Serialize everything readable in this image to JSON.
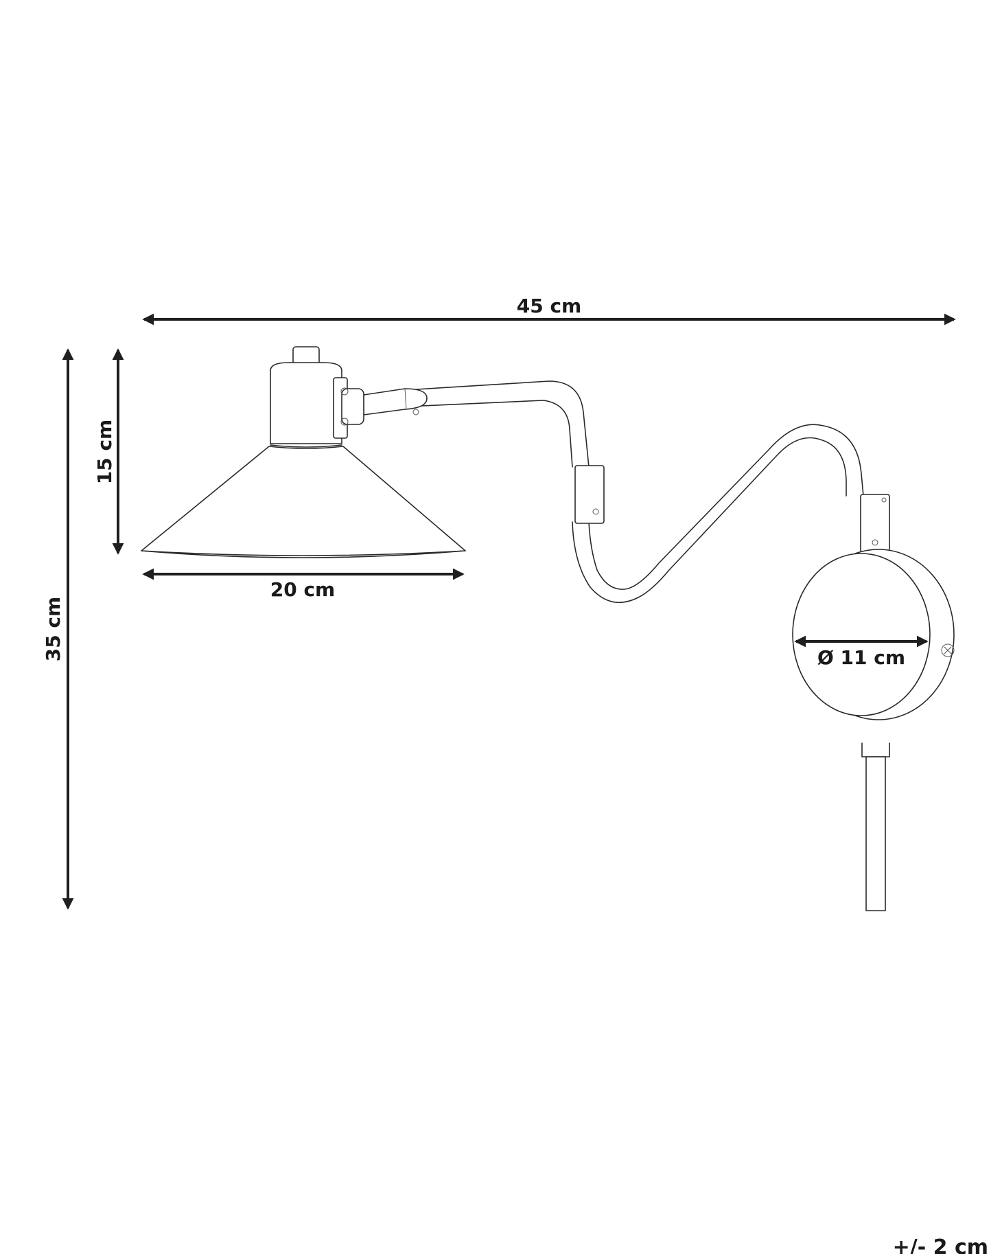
{
  "dimensions": {
    "overall_width": "45 cm",
    "overall_height": "35 cm",
    "shade_height": "15 cm",
    "shade_width": "20 cm",
    "base_diameter": "Ø 11 cm",
    "tolerance": "+/- 2 cm"
  },
  "colors": {
    "line": "#2a2a2a",
    "arrow": "#1f1f1f",
    "background": "#ffffff"
  }
}
